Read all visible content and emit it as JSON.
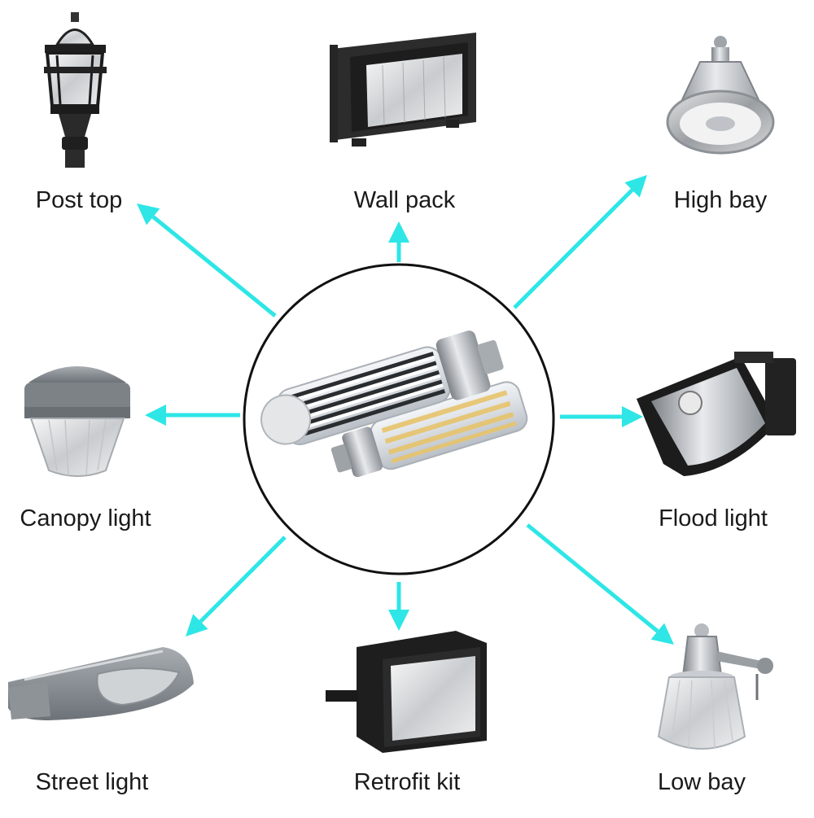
{
  "colors": {
    "arrow": "#2ee6e6",
    "circle_stroke": "#111111",
    "text": "#1a1a1a"
  },
  "center": {
    "icon": "corn-led-bulb-pair"
  },
  "fixtures": [
    {
      "id": "post-top",
      "label": "Post top",
      "icon": "post-top-lantern-icon"
    },
    {
      "id": "wall-pack",
      "label": "Wall pack",
      "icon": "wall-pack-icon"
    },
    {
      "id": "high-bay",
      "label": "High bay",
      "icon": "high-bay-icon"
    },
    {
      "id": "canopy-light",
      "label": "Canopy light",
      "icon": "canopy-light-icon"
    },
    {
      "id": "flood-light",
      "label": "Flood light",
      "icon": "flood-light-icon"
    },
    {
      "id": "street-light",
      "label": "Street light",
      "icon": "street-light-icon"
    },
    {
      "id": "retrofit-kit",
      "label": "Retrofit kit",
      "icon": "retrofit-kit-icon"
    },
    {
      "id": "low-bay",
      "label": "Low bay",
      "icon": "low-bay-icon"
    }
  ]
}
